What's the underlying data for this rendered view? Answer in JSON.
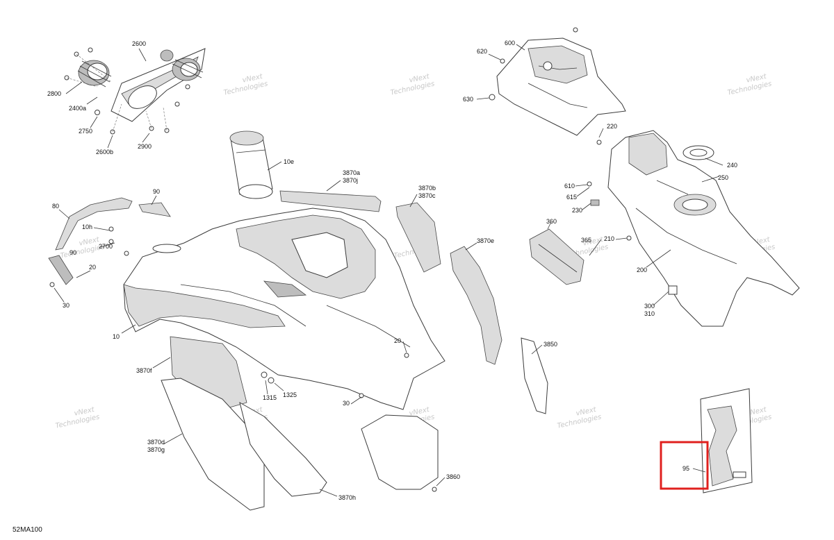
{
  "diagram_code": "52MA100",
  "watermark_text": [
    "vNext",
    "Technologies"
  ],
  "highlight_color": "#e0201e",
  "highlighted_part": "95",
  "parts": {
    "p2600": "2600",
    "p2800": "2800",
    "p2400a": "2400a",
    "p2750": "2750",
    "p2600b": "2600b",
    "p2900": "2900",
    "p10e": "10e",
    "p3870a": "3870a",
    "p3870j": "3870j",
    "p3870b": "3870b",
    "p3870c": "3870c",
    "p3870e": "3870e",
    "p90a": "90",
    "p90b": "90",
    "p80": "80",
    "p10h": "10h",
    "p2700": "2700",
    "p20a": "20",
    "p20b": "20",
    "p30a": "30",
    "p30b": "30",
    "p10": "10",
    "p3870f": "3870f",
    "p1315": "1315",
    "p1325": "1325",
    "p3870d": "3870d",
    "p3870g": "3870g",
    "p3870h": "3870h",
    "p3850": "3850",
    "p3860": "3860",
    "p600": "600",
    "p620": "620",
    "p630": "630",
    "p220": "220",
    "p240": "240",
    "p250": "250",
    "p610": "610",
    "p615": "615",
    "p230": "230",
    "p360": "360",
    "p365": "365",
    "p210": "210",
    "p200": "200",
    "p300": "300",
    "p310": "310",
    "p95": "95"
  }
}
